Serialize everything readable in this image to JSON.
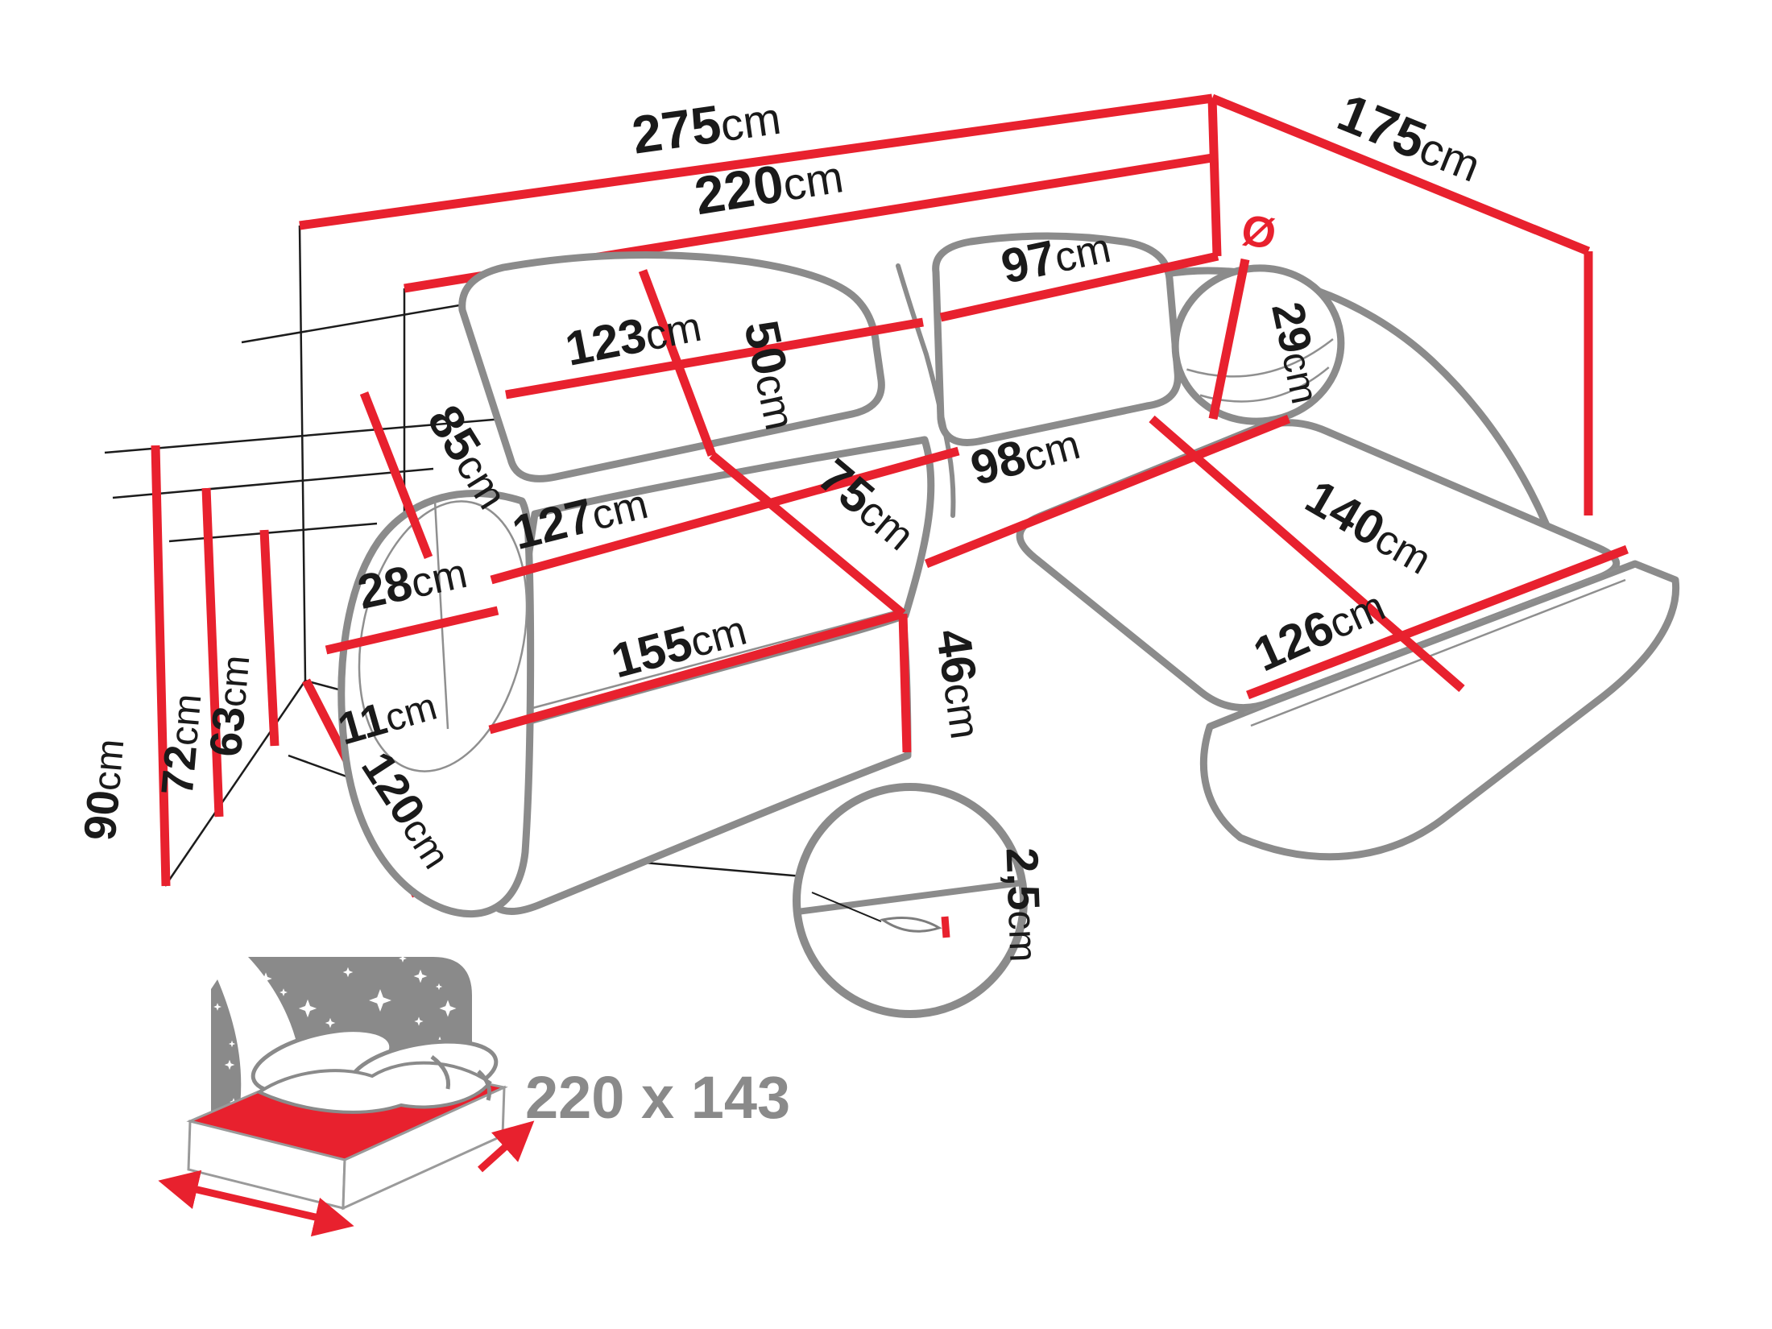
{
  "diagram_unit": "cm",
  "dims": {
    "total_width": {
      "value": "275",
      "unit": "cm"
    },
    "seat_width": {
      "value": "220",
      "unit": "cm"
    },
    "total_depth": {
      "value": "175",
      "unit": "cm"
    },
    "backrest_left_width": {
      "value": "123",
      "unit": "cm"
    },
    "backrest_right_width": {
      "value": "97",
      "unit": "cm"
    },
    "backrest_height": {
      "value": "50",
      "unit": "cm"
    },
    "armrest_length": {
      "value": "85",
      "unit": "cm"
    },
    "armrest_width": {
      "value": "28",
      "unit": "cm"
    },
    "seat_depth": {
      "value": "127",
      "unit": "cm"
    },
    "seat_cross": {
      "value": "75",
      "unit": "cm"
    },
    "seat_right_width": {
      "value": "98",
      "unit": "cm"
    },
    "chaise_length": {
      "value": "140",
      "unit": "cm"
    },
    "chaise_width": {
      "value": "126",
      "unit": "cm"
    },
    "front_width": {
      "value": "155",
      "unit": "cm"
    },
    "seat_height": {
      "value": "46",
      "unit": "cm"
    },
    "height_total": {
      "value": "90",
      "unit": "cm"
    },
    "height_backrest": {
      "value": "72",
      "unit": "cm"
    },
    "height_armrest": {
      "value": "63",
      "unit": "cm"
    },
    "floor_gap": {
      "value": "11",
      "unit": "cm"
    },
    "bed_extension": {
      "value": "120",
      "unit": "cm"
    },
    "bolster": {
      "symbol": "Ø",
      "value": "29",
      "unit": "cm"
    },
    "detail_gap": {
      "value": "2,5",
      "unit": "cm"
    }
  },
  "bed_icon": {
    "size_label": "220 x 143"
  },
  "colors": {
    "dimension_red": "#e8212e",
    "outline_gray": "#8b8b8b",
    "panel_gray": "#8a8a8a",
    "text_black": "#1a1a1a",
    "bed_label_gray": "#8a8a8a"
  }
}
